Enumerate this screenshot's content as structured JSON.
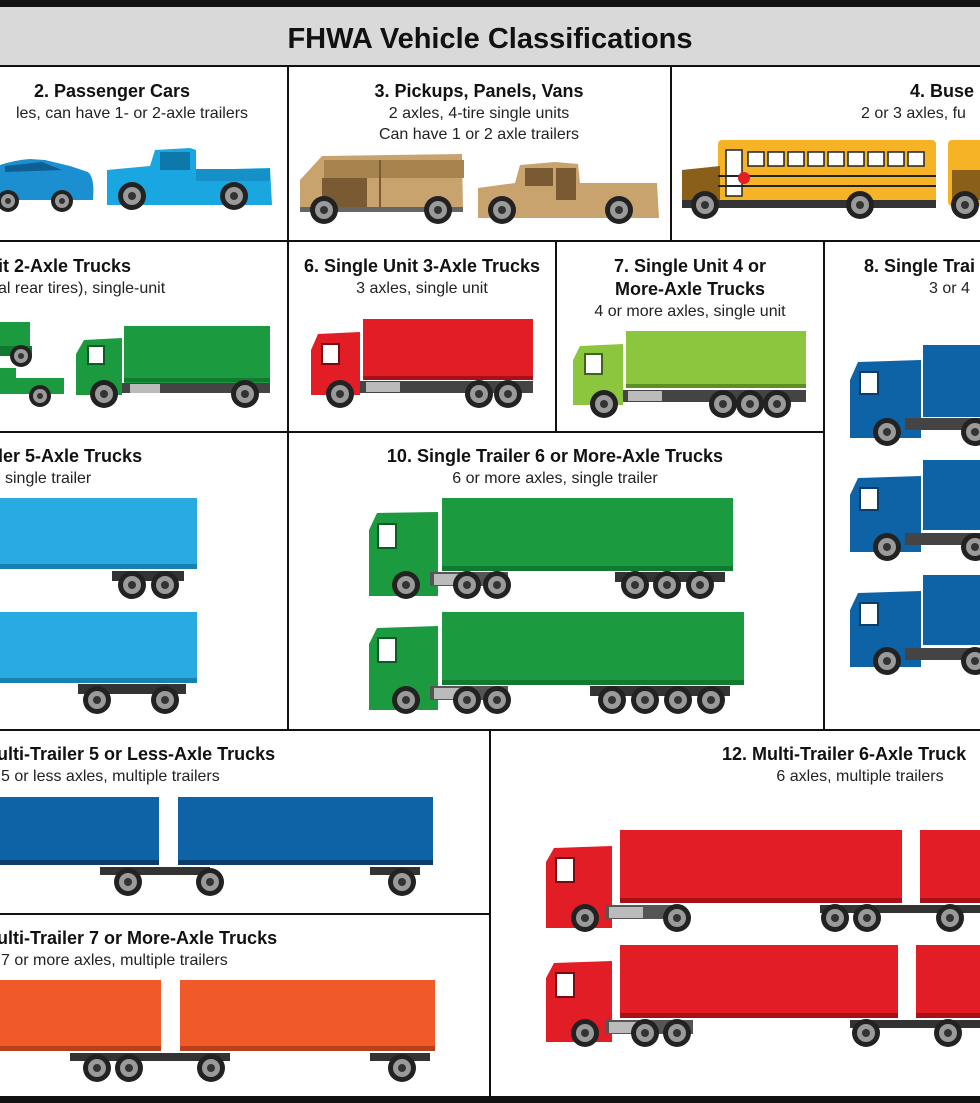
{
  "title": "FHWA Vehicle Classifications",
  "colors": {
    "header_bg": "#d9d9da",
    "frame": "#111111",
    "passenger_blue": "#1c8fd0",
    "pickup_blue": "#1aa6e1",
    "van_tan": "#c8a36d",
    "bus_yellow": "#f6b326",
    "truck_green": "#1c9a3f",
    "cab_red": "#e21d26",
    "lime": "#8cc63f",
    "navy": "#0d63a5",
    "sky": "#29abe2",
    "orange": "#f05a28"
  },
  "classes": [
    {
      "id": "c2",
      "title": "2. Passenger Cars",
      "lines": [
        "les, can have 1- or 2-axle trailers"
      ]
    },
    {
      "id": "c3",
      "title": "3. Pickups, Panels, Vans",
      "lines": [
        "2 axles, 4-tire single units",
        "Can have 1 or 2 axle trailers"
      ]
    },
    {
      "id": "c4",
      "title": "4. Buse",
      "lines": [
        "2 or 3 axles, fu"
      ]
    },
    {
      "id": "c5",
      "title": "it 2-Axle Trucks",
      "lines": [
        "al rear tires), single-unit"
      ]
    },
    {
      "id": "c6",
      "title": "6. Single Unit 3-Axle Trucks",
      "lines": [
        "3 axles, single unit"
      ]
    },
    {
      "id": "c7",
      "title": "7. Single Unit 4 or",
      "title2": "More-Axle Trucks",
      "lines": [
        "4 or more axles, single unit"
      ]
    },
    {
      "id": "c8",
      "title": "8. Single Trai",
      "lines": [
        "3 or 4"
      ]
    },
    {
      "id": "c9",
      "title": "ler 5-Axle Trucks",
      "lines": [
        "single trailer"
      ]
    },
    {
      "id": "c10",
      "title": "10. Single Trailer 6 or More-Axle Trucks",
      "lines": [
        "6 or more axles, single trailer"
      ]
    },
    {
      "id": "c11",
      "title": "ulti-Trailer 5 or Less-Axle Trucks",
      "lines": [
        "5 or less axles, multiple trailers"
      ]
    },
    {
      "id": "c12",
      "title": "12. Multi-Trailer 6-Axle Truck",
      "lines": [
        "6 axles, multiple trailers"
      ]
    },
    {
      "id": "c13",
      "title": "ulti-Trailer 7 or More-Axle Trucks",
      "lines": [
        "7 or more axles, multiple trailers"
      ]
    }
  ]
}
